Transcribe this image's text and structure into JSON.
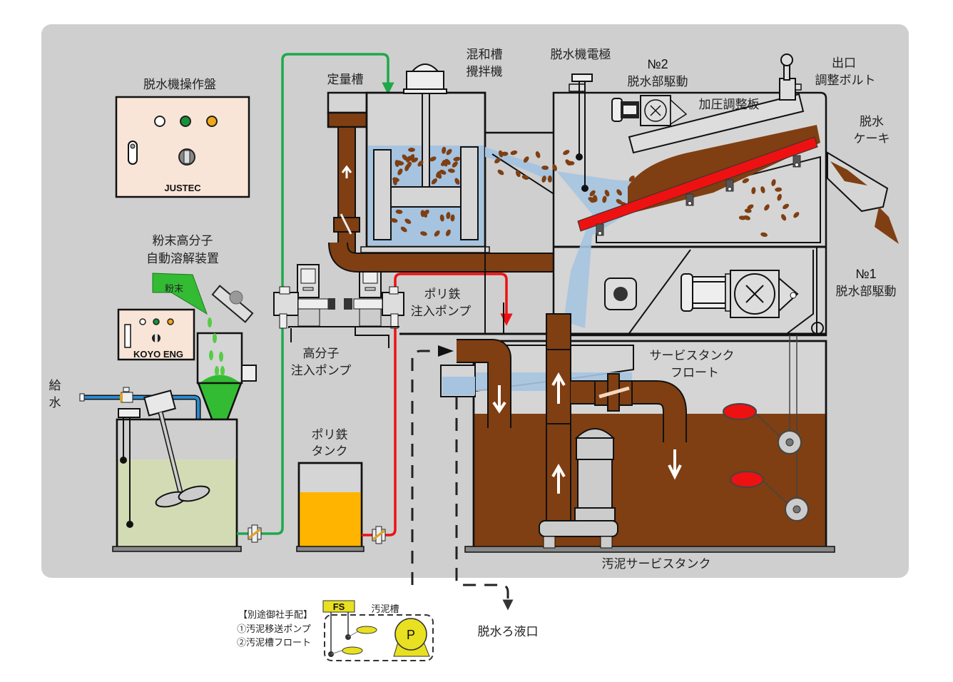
{
  "diagram": {
    "title": "脱水機システム構成図",
    "labels": {
      "control_panel": "脱水機操作盤",
      "control_panel_brand": "JUSTEC",
      "powder_dissolver": [
        "粉末高分子",
        "自動溶解装置"
      ],
      "powder": "粉末",
      "dissolver_brand": "KOYO  ENG",
      "water_supply": [
        "給",
        "水"
      ],
      "metering_tank": "定量槽",
      "mixing_tank_agitator": [
        "混和槽",
        "攪拌機"
      ],
      "dewater_electrode": "脱水機電極",
      "drive_no2": [
        "№2",
        "脱水部駆動"
      ],
      "pressure_plate": "加圧調整板",
      "outlet_bolt": [
        "出口",
        "調整ボルト"
      ],
      "dewatered_cake": [
        "脱水",
        "ケーキ"
      ],
      "drive_no1": [
        "№1",
        "脱水部駆動"
      ],
      "ferric_pump": [
        "ポリ鉄",
        "注入ポンプ"
      ],
      "polymer_pump": [
        "高分子",
        "注入ポンプ"
      ],
      "ferric_tank": [
        "ポリ鉄",
        "タンク"
      ],
      "service_tank_float": [
        "サービスタンク",
        "フロート"
      ],
      "sludge_service_tank": "汚泥サービスタンク",
      "filtrate_outlet": "脱水ろ液口",
      "separate_supply": "【別途御社手配】",
      "sludge_transfer_pump": "①汚泥移送ポンプ",
      "sludge_tank_float": "②汚泥槽フロート",
      "sludge_tank": "汚泥槽",
      "fs": "FS",
      "pump_p": "P"
    },
    "indicator_lamps": {
      "control_panel": [
        "white",
        "green",
        "amber"
      ],
      "dissolver": [
        "white",
        "green",
        "amber"
      ]
    },
    "colors": {
      "background": "#cfcfcf",
      "panel": "#f9e5d8",
      "sludge": "#7f3f12",
      "pipe_brown": "#7f3f12",
      "water": "#a6c4e0",
      "polymer_line": "#1ea84a",
      "ferric_line": "#ee1111",
      "ferric_liquid": "#ffb400",
      "powder_green": "#33bb33",
      "polymer_solution": "#d3dbb5",
      "rail_red": "#ee1111",
      "float_red": "#ee1111",
      "pump_yellow": "#e8e020",
      "lamp_white": "#ffffff",
      "lamp_green": "#18903c",
      "lamp_amber": "#f0a818"
    }
  }
}
